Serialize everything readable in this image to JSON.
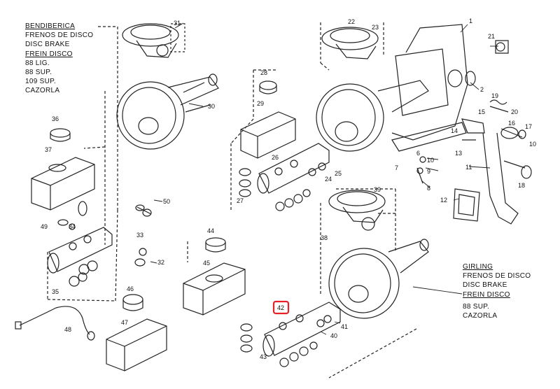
{
  "legend_left": {
    "brand": "BENDIBERICA",
    "lines": [
      "FRENOS DE DISCO",
      "DISC BRAKE",
      "FREIN DISCO"
    ],
    "models": [
      "88 LIG.",
      "88 SUP.",
      "109 SUP.",
      "CAZORLA"
    ]
  },
  "legend_right": {
    "brand": "GIRLING",
    "lines": [
      "FRENOS DE DISCO",
      "DISC BRAKE",
      "FREIN DISCO"
    ],
    "models": [
      "88 SUP.",
      "CAZORLA"
    ]
  },
  "highlight": {
    "callout": "42",
    "color": "#e8202a"
  },
  "callouts": {
    "c1": "1",
    "c2": "2",
    "c6": "6",
    "c7": "7",
    "c8": "8",
    "c9": "9",
    "c10": "10",
    "c11": "11",
    "c12": "12",
    "c13": "13",
    "c14": "14",
    "c15": "15",
    "c16": "16",
    "c17": "17",
    "c18": "18",
    "c19": "19",
    "c20": "20",
    "c21": "21",
    "c22": "22",
    "c23": "23",
    "c24": "24",
    "c25": "25",
    "c26": "26",
    "c27": "27",
    "c28": "28",
    "c29": "29",
    "c30": "30",
    "c31": "31",
    "c32": "32",
    "c33": "33",
    "c34": "34",
    "c35": "35",
    "c36": "36",
    "c37": "37",
    "c38": "38",
    "c39": "39",
    "c40": "40",
    "c41": "41",
    "c43": "43",
    "c44": "44",
    "c45": "45",
    "c46": "46",
    "c47": "47",
    "c48": "48",
    "c49": "49",
    "c50": "50"
  }
}
